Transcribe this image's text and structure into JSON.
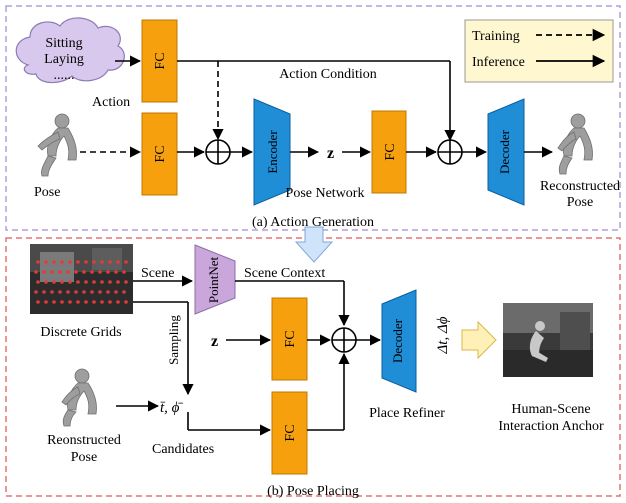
{
  "legend": {
    "training": "Training",
    "inference": "Inference"
  },
  "section_a": {
    "caption": "(a) Action Generation",
    "action_cloud": {
      "line1": "Sitting",
      "line2": "Laying",
      "line3": "......"
    },
    "action_label": "Action",
    "pose_label": "Pose",
    "fc": "FC",
    "encoder": "Encoder",
    "decoder": "Decoder",
    "z": "z",
    "action_condition": "Action Condition",
    "pose_network": "Pose Network",
    "reconstructed_pose_1": "Reconstructed",
    "reconstructed_pose_2": "Pose"
  },
  "section_b": {
    "caption": "(b) Pose Placing",
    "scene": "Scene",
    "pointnet": "PointNet",
    "scene_context": "Scene Context",
    "discrete_grids": "Discrete Grids",
    "sampling": "Sampling",
    "z": "z",
    "fc": "FC",
    "decoder": "Decoder",
    "delta_output": "Δt, Δϕ",
    "candidates_symbol": "t̄, ϕ̄",
    "candidates": "Candidates",
    "place_refiner": "Place Refiner",
    "reconstructed_pose_1": "Reonstructed",
    "reconstructed_pose_2": "Pose",
    "anchor_1": "Human-Scene",
    "anchor_2": "Interaction Anchor"
  },
  "colors": {
    "fc": "#F5A00C",
    "fc_border": "#C07800",
    "net": "#1F8ED6",
    "net_border": "#0D5E9C",
    "pointnet": "#C9A7DB",
    "cloud": "#D9C8EE",
    "legend_bg": "#FFF7CF",
    "frame_a": "#B39DDB",
    "frame_b": "#E57373",
    "arrow_down": "#CFE3FA",
    "arrow_right": "#FFF0B8"
  }
}
